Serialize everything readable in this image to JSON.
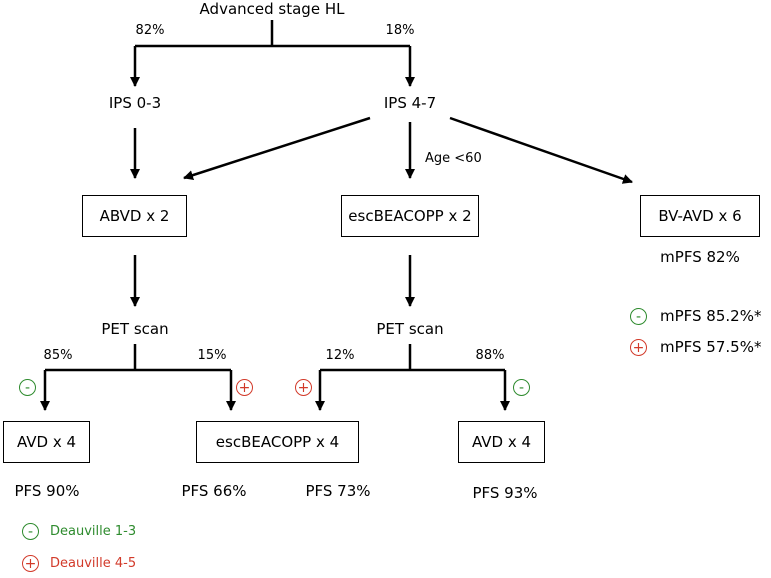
{
  "diagram": {
    "root": "Advanced stage HL",
    "split_left_pct": "82%",
    "split_right_pct": "18%",
    "ips_low": "IPS 0-3",
    "ips_high": "IPS 4-7",
    "age_label": "Age <60",
    "abvd": "ABVD x 2",
    "escbeacopp2": "escBEACOPP x 2",
    "bvavd": "BV-AVD x 6",
    "bvavd_mpfs": "mPFS 82%",
    "bvavd_neg_mpfs": "mPFS 85.2%*",
    "bvavd_pos_mpfs": "mPFS 57.5%*",
    "pet_left": "PET scan",
    "pet_right": "PET scan",
    "pet_left_neg_pct": "85%",
    "pet_left_pos_pct": "15%",
    "pet_right_pos_pct": "12%",
    "pet_right_neg_pct": "88%",
    "avd_left": "AVD x 4",
    "escbeacopp4": "escBEACOPP x 4",
    "avd_right": "AVD x 4",
    "pfs_avd_left": "PFS 90%",
    "pfs_esc_left": "PFS 66%",
    "pfs_esc_right": "PFS 73%",
    "pfs_avd_right": "PFS 93%"
  },
  "symbols": {
    "negative": "-",
    "positive": "+"
  },
  "legend": {
    "negative_label": "Deauville 1-3",
    "positive_label": "Deauville 4-5"
  },
  "colors": {
    "negative": "#2e8b2e",
    "positive": "#d23a2a",
    "line": "#000000"
  }
}
